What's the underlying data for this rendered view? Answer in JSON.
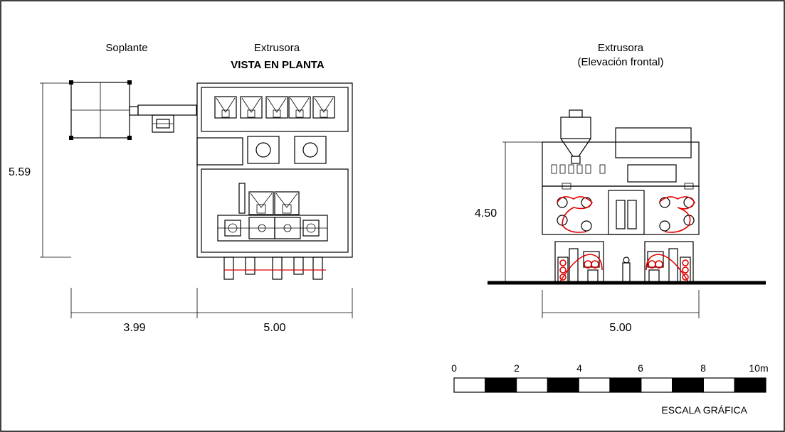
{
  "labels": {
    "blower": "Soplante",
    "extruder_plan": "Extrusora",
    "plan_view": "VISTA EN PLANTA",
    "extruder_elev": "Extrusora",
    "elev_subtitle": "(Elevación frontal)"
  },
  "dimensions": {
    "plan_height": "5.59",
    "blower_width": "3.99",
    "extruder_width_plan": "5.00",
    "elev_height": "4.50",
    "extruder_width_elev": "5.00"
  },
  "scale_bar": {
    "ticks": [
      "0",
      "2",
      "4",
      "6",
      "8",
      "10m"
    ],
    "title": "ESCALA GRÁFICA",
    "segments": 10
  },
  "colors": {
    "line": "#000000",
    "accent": "#e00000"
  }
}
